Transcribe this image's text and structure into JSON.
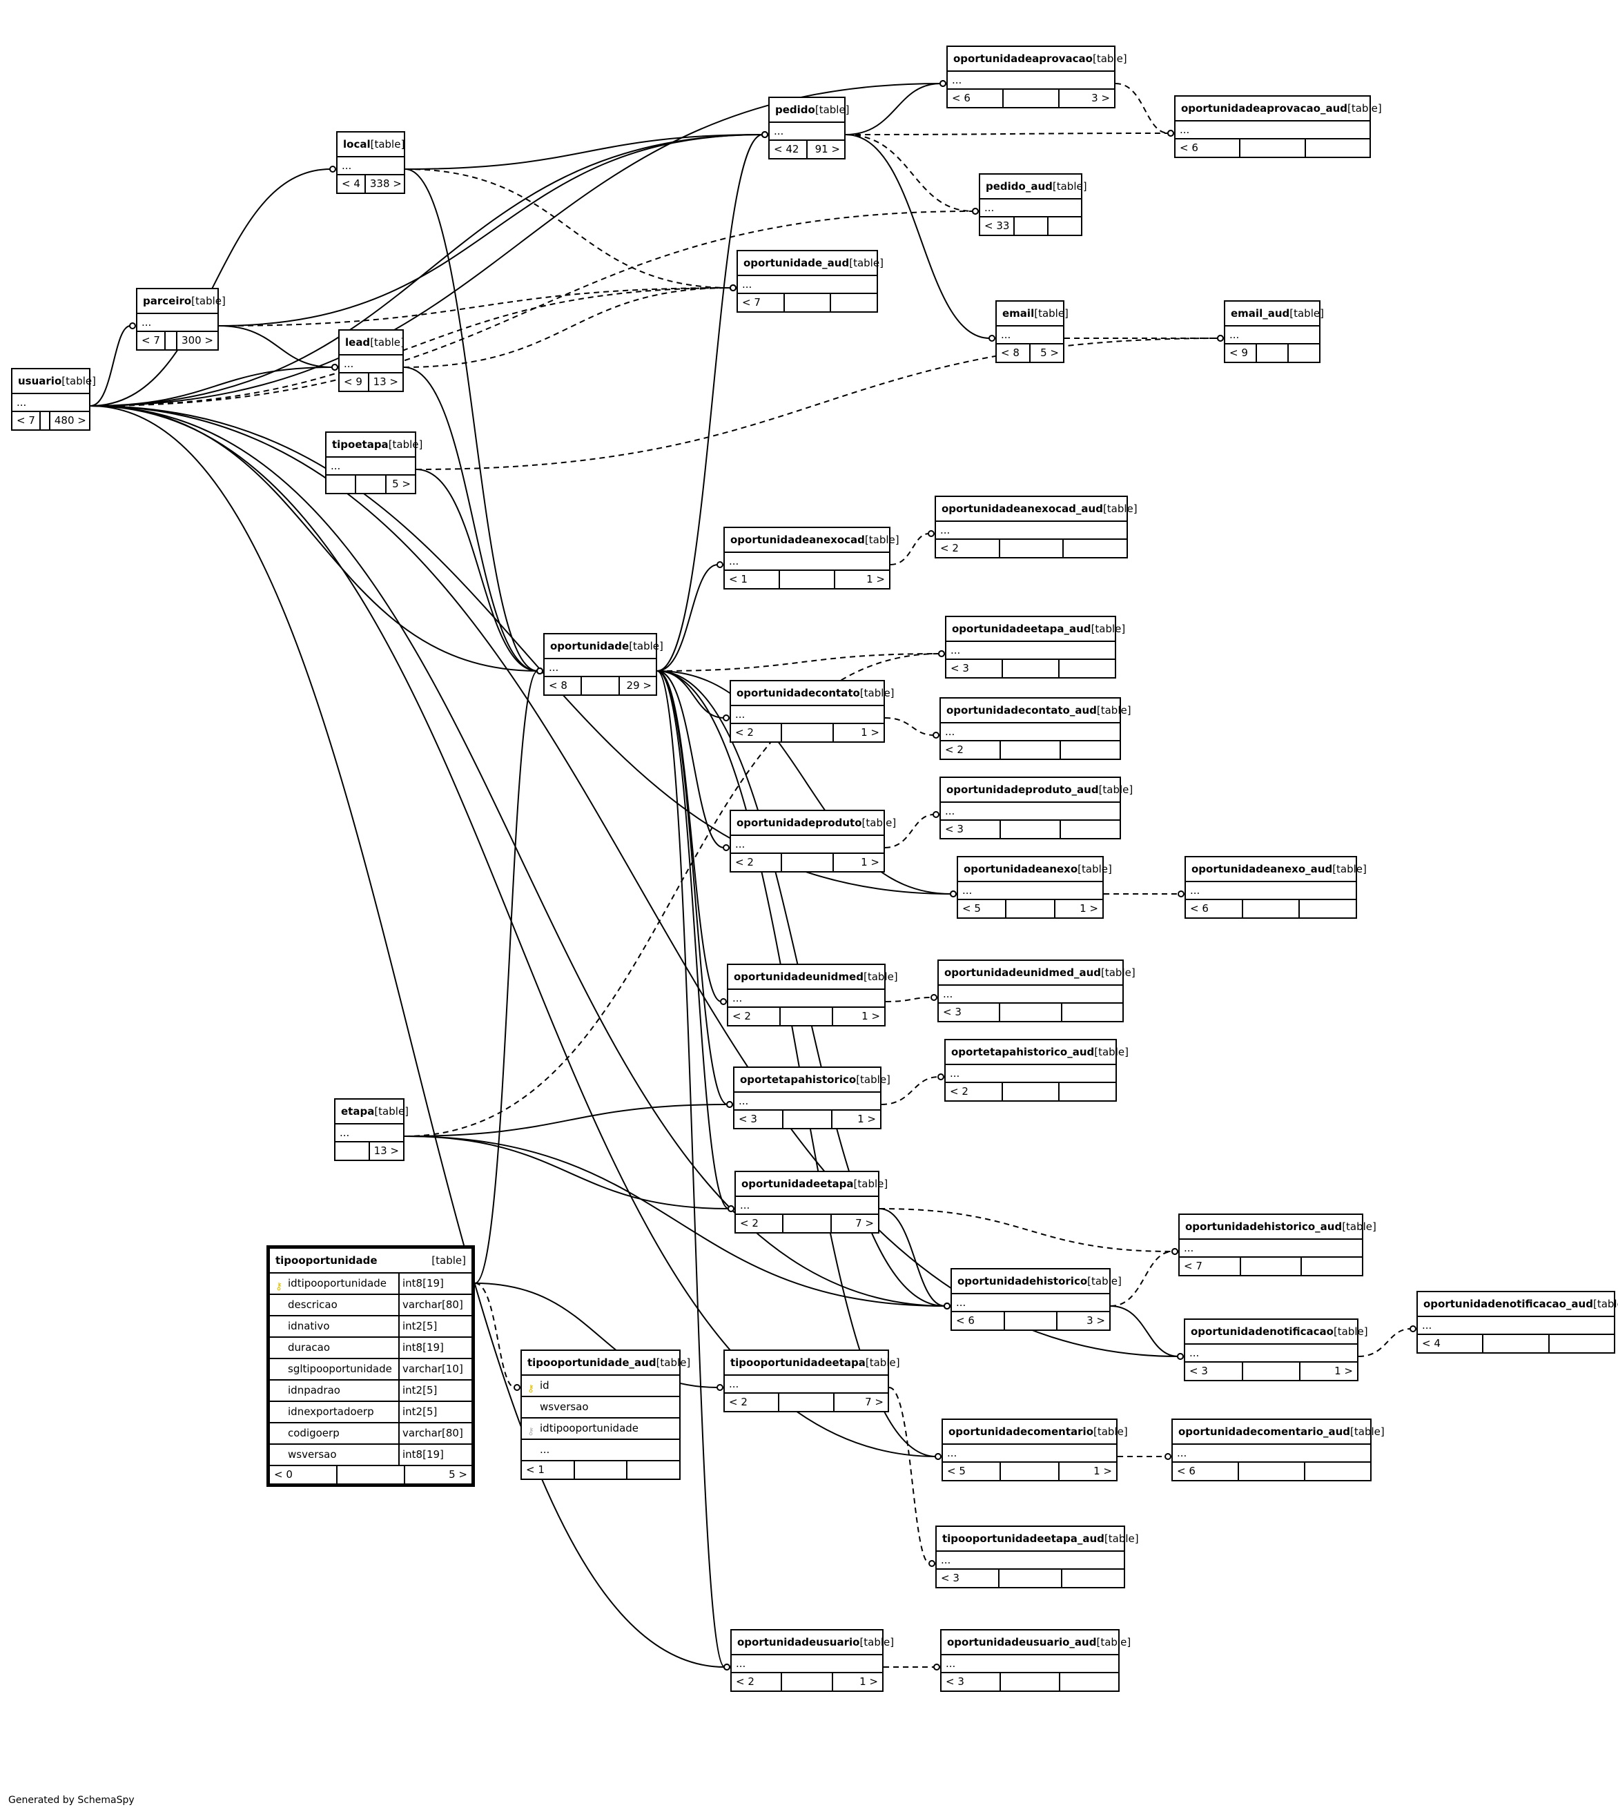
{
  "tables": [
    {
      "id": "usuario",
      "name": "usuario",
      "tag": "[table]",
      "footer": [
        "< 7",
        "",
        "480 >"
      ]
    },
    {
      "id": "local",
      "name": "local",
      "tag": "[table]",
      "footer": [
        "< 4",
        "338 >"
      ]
    },
    {
      "id": "parceiro",
      "name": "parceiro",
      "tag": "[table]",
      "footer": [
        "< 7",
        "",
        "300 >"
      ]
    },
    {
      "id": "lead",
      "name": "lead",
      "tag": "[table]",
      "footer": [
        "< 9",
        "13 >"
      ]
    },
    {
      "id": "tipoetapa",
      "name": "tipoetapa",
      "tag": "[table]",
      "footer": [
        "",
        "",
        "5 >"
      ]
    },
    {
      "id": "pedido",
      "name": "pedido",
      "tag": "[table]",
      "footer": [
        "< 42",
        "91 >"
      ]
    },
    {
      "id": "oportunidadeaprovacao",
      "name": "oportunidadeaprovacao",
      "tag": "[table]",
      "footer": [
        "< 6",
        "",
        "3 >"
      ]
    },
    {
      "id": "oportunidadeaprovacao_aud",
      "name": "oportunidadeaprovacao_aud",
      "tag": "[table]",
      "footer": [
        "< 6",
        "",
        ""
      ]
    },
    {
      "id": "pedido_aud",
      "name": "pedido_aud",
      "tag": "[table]",
      "footer": [
        "< 33",
        "",
        ""
      ]
    },
    {
      "id": "oportunidade_aud",
      "name": "oportunidade_aud",
      "tag": "[table]",
      "footer": [
        "< 7",
        "",
        ""
      ]
    },
    {
      "id": "email",
      "name": "email",
      "tag": "[table]",
      "footer": [
        "< 8",
        "5 >"
      ]
    },
    {
      "id": "email_aud",
      "name": "email_aud",
      "tag": "[table]",
      "footer": [
        "< 9",
        "",
        ""
      ]
    },
    {
      "id": "oportunidadeanexocad_aud",
      "name": "oportunidadeanexocad_aud",
      "tag": "[table]",
      "footer": [
        "< 2",
        "",
        ""
      ]
    },
    {
      "id": "oportunidadeanexocad",
      "name": "oportunidadeanexocad",
      "tag": "[table]",
      "footer": [
        "< 1",
        "",
        "1 >"
      ]
    },
    {
      "id": "oportunidade",
      "name": "oportunidade",
      "tag": "[table]",
      "footer": [
        "< 8",
        "",
        "29 >"
      ]
    },
    {
      "id": "oportunidadeetapa_aud",
      "name": "oportunidadeetapa_aud",
      "tag": "[table]",
      "footer": [
        "< 3",
        "",
        ""
      ]
    },
    {
      "id": "oportunidadecontato",
      "name": "oportunidadecontato",
      "tag": "[table]",
      "footer": [
        "< 2",
        "",
        "1 >"
      ]
    },
    {
      "id": "oportunidadecontato_aud",
      "name": "oportunidadecontato_aud",
      "tag": "[table]",
      "footer": [
        "< 2",
        "",
        ""
      ]
    },
    {
      "id": "oportunidadeproduto_aud",
      "name": "oportunidadeproduto_aud",
      "tag": "[table]",
      "footer": [
        "< 3",
        "",
        ""
      ]
    },
    {
      "id": "oportunidadeproduto",
      "name": "oportunidadeproduto",
      "tag": "[table]",
      "footer": [
        "< 2",
        "",
        "1 >"
      ]
    },
    {
      "id": "oportunidadeanexo",
      "name": "oportunidadeanexo",
      "tag": "[table]",
      "footer": [
        "< 5",
        "",
        "1 >"
      ]
    },
    {
      "id": "oportunidadeanexo_aud",
      "name": "oportunidadeanexo_aud",
      "tag": "[table]",
      "footer": [
        "< 6",
        "",
        ""
      ]
    },
    {
      "id": "oportunidadeunidmed",
      "name": "oportunidadeunidmed",
      "tag": "[table]",
      "footer": [
        "< 2",
        "",
        "1 >"
      ]
    },
    {
      "id": "oportunidadeunidmed_aud",
      "name": "oportunidadeunidmed_aud",
      "tag": "[table]",
      "footer": [
        "< 3",
        "",
        ""
      ]
    },
    {
      "id": "oportetapahistorico",
      "name": "oportetapahistorico",
      "tag": "[table]",
      "footer": [
        "< 3",
        "",
        "1 >"
      ]
    },
    {
      "id": "oportetapahistorico_aud",
      "name": "oportetapahistorico_aud",
      "tag": "[table]",
      "footer": [
        "< 2",
        "",
        ""
      ]
    },
    {
      "id": "etapa",
      "name": "etapa",
      "tag": "[table]",
      "footer": [
        "",
        "13 >"
      ]
    },
    {
      "id": "oportunidadeetapa",
      "name": "oportunidadeetapa",
      "tag": "[table]",
      "footer": [
        "< 2",
        "",
        "7 >"
      ]
    },
    {
      "id": "oportunidadehistorico_aud",
      "name": "oportunidadehistorico_aud",
      "tag": "[table]",
      "footer": [
        "< 7",
        "",
        ""
      ]
    },
    {
      "id": "oportunidadehistorico",
      "name": "oportunidadehistorico",
      "tag": "[table]",
      "footer": [
        "< 6",
        "",
        "3 >"
      ]
    },
    {
      "id": "oportunidadenotificacao_aud",
      "name": "oportunidadenotificacao_aud",
      "tag": "[table]",
      "footer": [
        "< 4",
        "",
        ""
      ]
    },
    {
      "id": "oportunidadenotificacao",
      "name": "oportunidadenotificacao",
      "tag": "[table]",
      "footer": [
        "< 3",
        "",
        "1 >"
      ]
    },
    {
      "id": "tipooportunidadeetapa",
      "name": "tipooportunidadeetapa",
      "tag": "[table]",
      "footer": [
        "< 2",
        "",
        "7 >"
      ]
    },
    {
      "id": "oportunidadecomentario",
      "name": "oportunidadecomentario",
      "tag": "[table]",
      "footer": [
        "< 5",
        "",
        "1 >"
      ]
    },
    {
      "id": "oportunidadecomentario_aud",
      "name": "oportunidadecomentario_aud",
      "tag": "[table]",
      "footer": [
        "< 6",
        "",
        ""
      ]
    },
    {
      "id": "tipooportunidadeetapa_aud",
      "name": "tipooportunidadeetapa_aud",
      "tag": "[table]",
      "footer": [
        "< 3",
        "",
        ""
      ]
    },
    {
      "id": "oportunidadeusuario",
      "name": "oportunidadeusuario",
      "tag": "[table]",
      "footer": [
        "< 2",
        "",
        "1 >"
      ]
    },
    {
      "id": "oportunidadeusuario_aud",
      "name": "oportunidadeusuario_aud",
      "tag": "[table]",
      "footer": [
        "< 3",
        "",
        ""
      ]
    }
  ],
  "dots": "...",
  "tipooportunidade": {
    "name": "tipooportunidade",
    "tag": "[table]",
    "columns": [
      {
        "name": "idtipooportunidade",
        "type": "int8[19]",
        "key": "pk"
      },
      {
        "name": "descricao",
        "type": "varchar[80]"
      },
      {
        "name": "idnativo",
        "type": "int2[5]"
      },
      {
        "name": "duracao",
        "type": "int8[19]"
      },
      {
        "name": "sgltipooportunidade",
        "type": "varchar[10]"
      },
      {
        "name": "idnpadrao",
        "type": "int2[5]"
      },
      {
        "name": "idnexportadoerp",
        "type": "int2[5]"
      },
      {
        "name": "codigoerp",
        "type": "varchar[80]"
      },
      {
        "name": "wsversao",
        "type": "int8[19]"
      }
    ],
    "footer": [
      "< 0",
      "",
      "5 >"
    ]
  },
  "tipooportunidade_aud": {
    "name": "tipooportunidade_aud",
    "tag": "[table]",
    "columns": [
      {
        "name": "id",
        "key": "pk"
      },
      {
        "name": "wsversao"
      },
      {
        "name": "idtipooportunidade",
        "key": "fk"
      },
      {
        "name": "..."
      }
    ],
    "footer": [
      "< 1",
      "",
      ""
    ]
  },
  "key_icon": "key-icon",
  "footer_text": "Generated by SchemaSpy"
}
